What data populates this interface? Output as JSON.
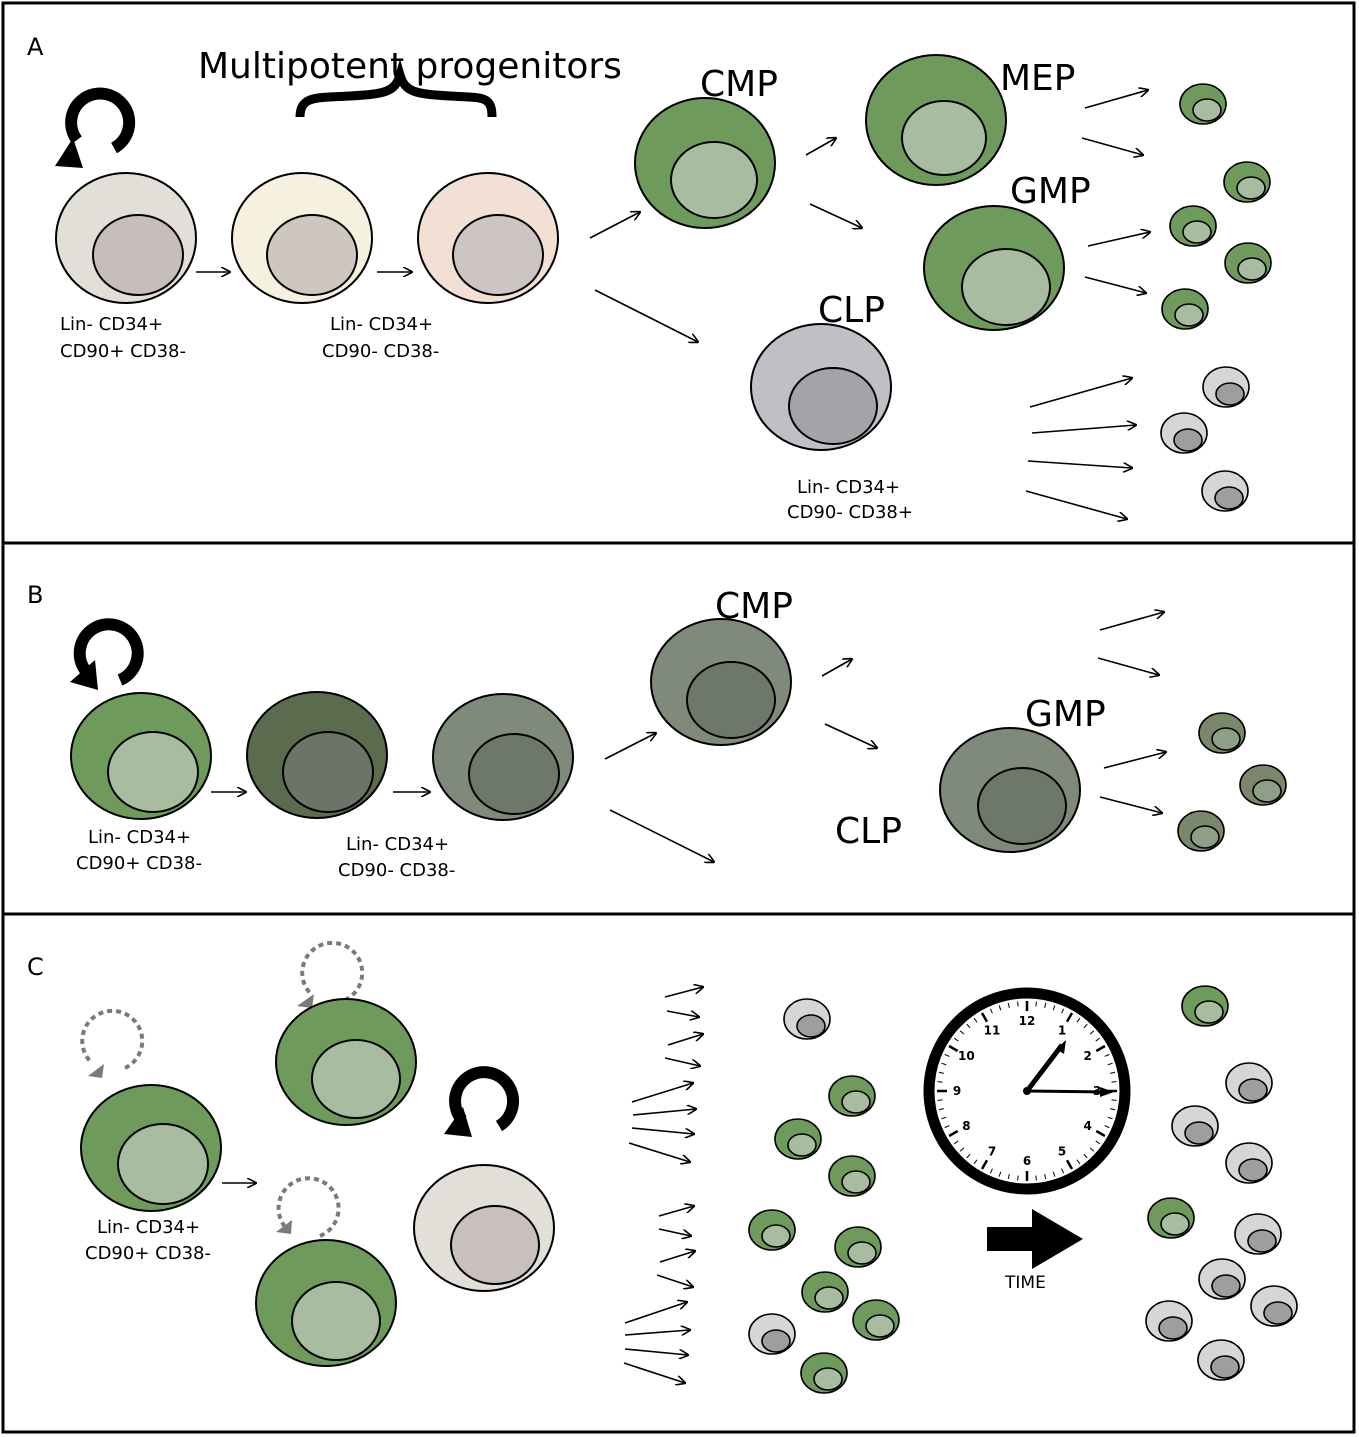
{
  "panels": {
    "a": {
      "letter": "A",
      "brace_label": "Multipotent progenitors",
      "hsc_markers": [
        "Lin-  CD34+",
        "CD90+  CD38-"
      ],
      "mpp_markers": [
        "Lin-  CD34+",
        "CD90-  CD38-"
      ],
      "clp_markers": [
        "Lin-  CD34+",
        "CD90-  CD38+"
      ],
      "cmp": "CMP",
      "mep": "MEP",
      "gmp": "GMP",
      "clp": "CLP"
    },
    "b": {
      "letter": "B",
      "hsc_markers": [
        "Lin-  CD34+",
        "CD90+  CD38-"
      ],
      "mpp_markers": [
        "Lin-  CD34+",
        "CD90-  CD38-"
      ],
      "cmp": "CMP",
      "gmp": "GMP",
      "clp": "CLP"
    },
    "c": {
      "letter": "C",
      "hsc_markers": [
        "Lin-  CD34+",
        "CD90+  CD38-"
      ],
      "time_label": "TIME",
      "clock_numerals": [
        "12",
        "1",
        "2",
        "3",
        "4",
        "5",
        "6",
        "7",
        "8",
        "9",
        "10",
        "11"
      ]
    }
  },
  "colors": {
    "cell_green": "#6e9a5c",
    "nucleus_green": "#a8bca0",
    "cell_grey": "#d6d6d6",
    "nucleus_grey": "#9e9e9e",
    "clp_grey": "#bfc0c5",
    "hsc_neutral": "#e2ded8",
    "mpp_yellow": "#f6f0df",
    "mpp_pink": "#f2e0d5",
    "b_olive": "#7f8a7a",
    "b_dark": "#5a6b4e",
    "dashed_arrow": "#7a7a7a"
  },
  "icons": [
    "self-renewal-arrow-icon",
    "dashed-self-renewal-arrow-icon",
    "clock-icon",
    "time-arrow-icon",
    "curly-brace-icon"
  ]
}
